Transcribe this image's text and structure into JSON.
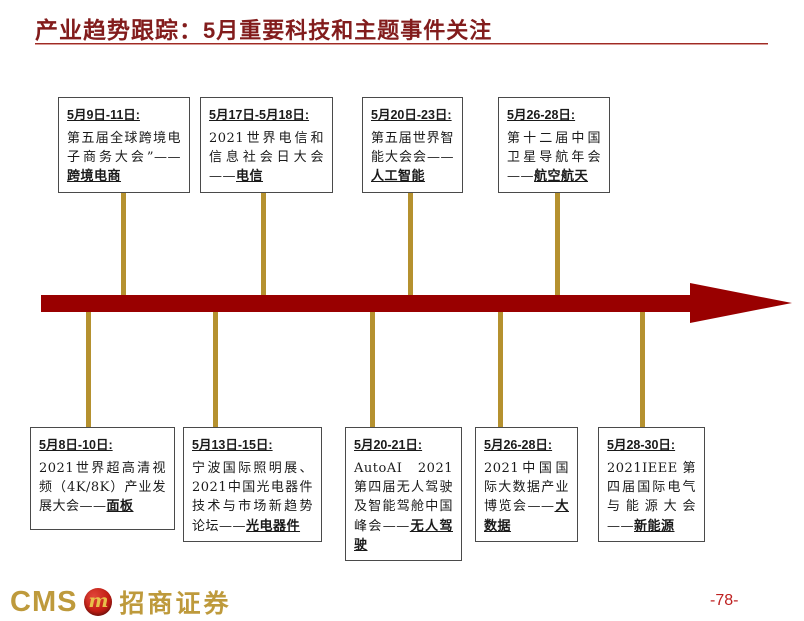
{
  "slide": {
    "title_prefix": "产业趋势跟踪：",
    "title_emphasis": "5月重要科技和主题事件关注",
    "page_number": "-78-"
  },
  "footer": {
    "logo_text": "CMS",
    "emblem_icon": "cms-emblem-icon",
    "emblem_glyph": "m",
    "company_name": "招商证券"
  },
  "timeline": {
    "direction": "left-to-right-arrow",
    "top_events": [
      {
        "date": "5月9日-11日:",
        "body": "第五届全球跨境电子商务大会”——",
        "tag": "跨境电商"
      },
      {
        "date": "5月17日-5月18日:",
        "body": "2021世界电信和信息社会日大会——",
        "tag": "电信"
      },
      {
        "date": "5月20日-23日:",
        "body": "第五届世界智能大会会——",
        "tag": "人工智能"
      },
      {
        "date": "5月26-28日:",
        "body": "第十二届中国卫星导航年会——",
        "tag": "航空航天"
      }
    ],
    "bottom_events": [
      {
        "date": "5月8日-10日:",
        "body": "2021世界超高清视频（4K/8K）产业发展大会——",
        "tag": "面板"
      },
      {
        "date": "5月13日-15日:",
        "body": "宁波国际照明展、2021中国光电器件技术与市场新趋势论坛——",
        "tag": "光电器件"
      },
      {
        "date": "5月20-21日:",
        "body": "AutoAI 2021第四届无人驾驶及智能驾舱中国峰会——",
        "tag": "无人驾驶"
      },
      {
        "date": "5月26-28日:",
        "body": "2021中国国际大数据产业博览会——",
        "tag": "大数据"
      },
      {
        "date": "5月28-30日:",
        "body": "2021IEEE第四届国际电气与能源大会——",
        "tag": "新能源"
      }
    ]
  },
  "colors": {
    "title_red": "#821c1c",
    "rule_red": "#9e2b25",
    "arrow_red": "#990000",
    "connector_gold": "#b5912f",
    "logo_gold": "#be9a3c",
    "page_red": "#be2020",
    "box_border": "#4a4a4a",
    "text_dark": "#1a1a1a"
  }
}
